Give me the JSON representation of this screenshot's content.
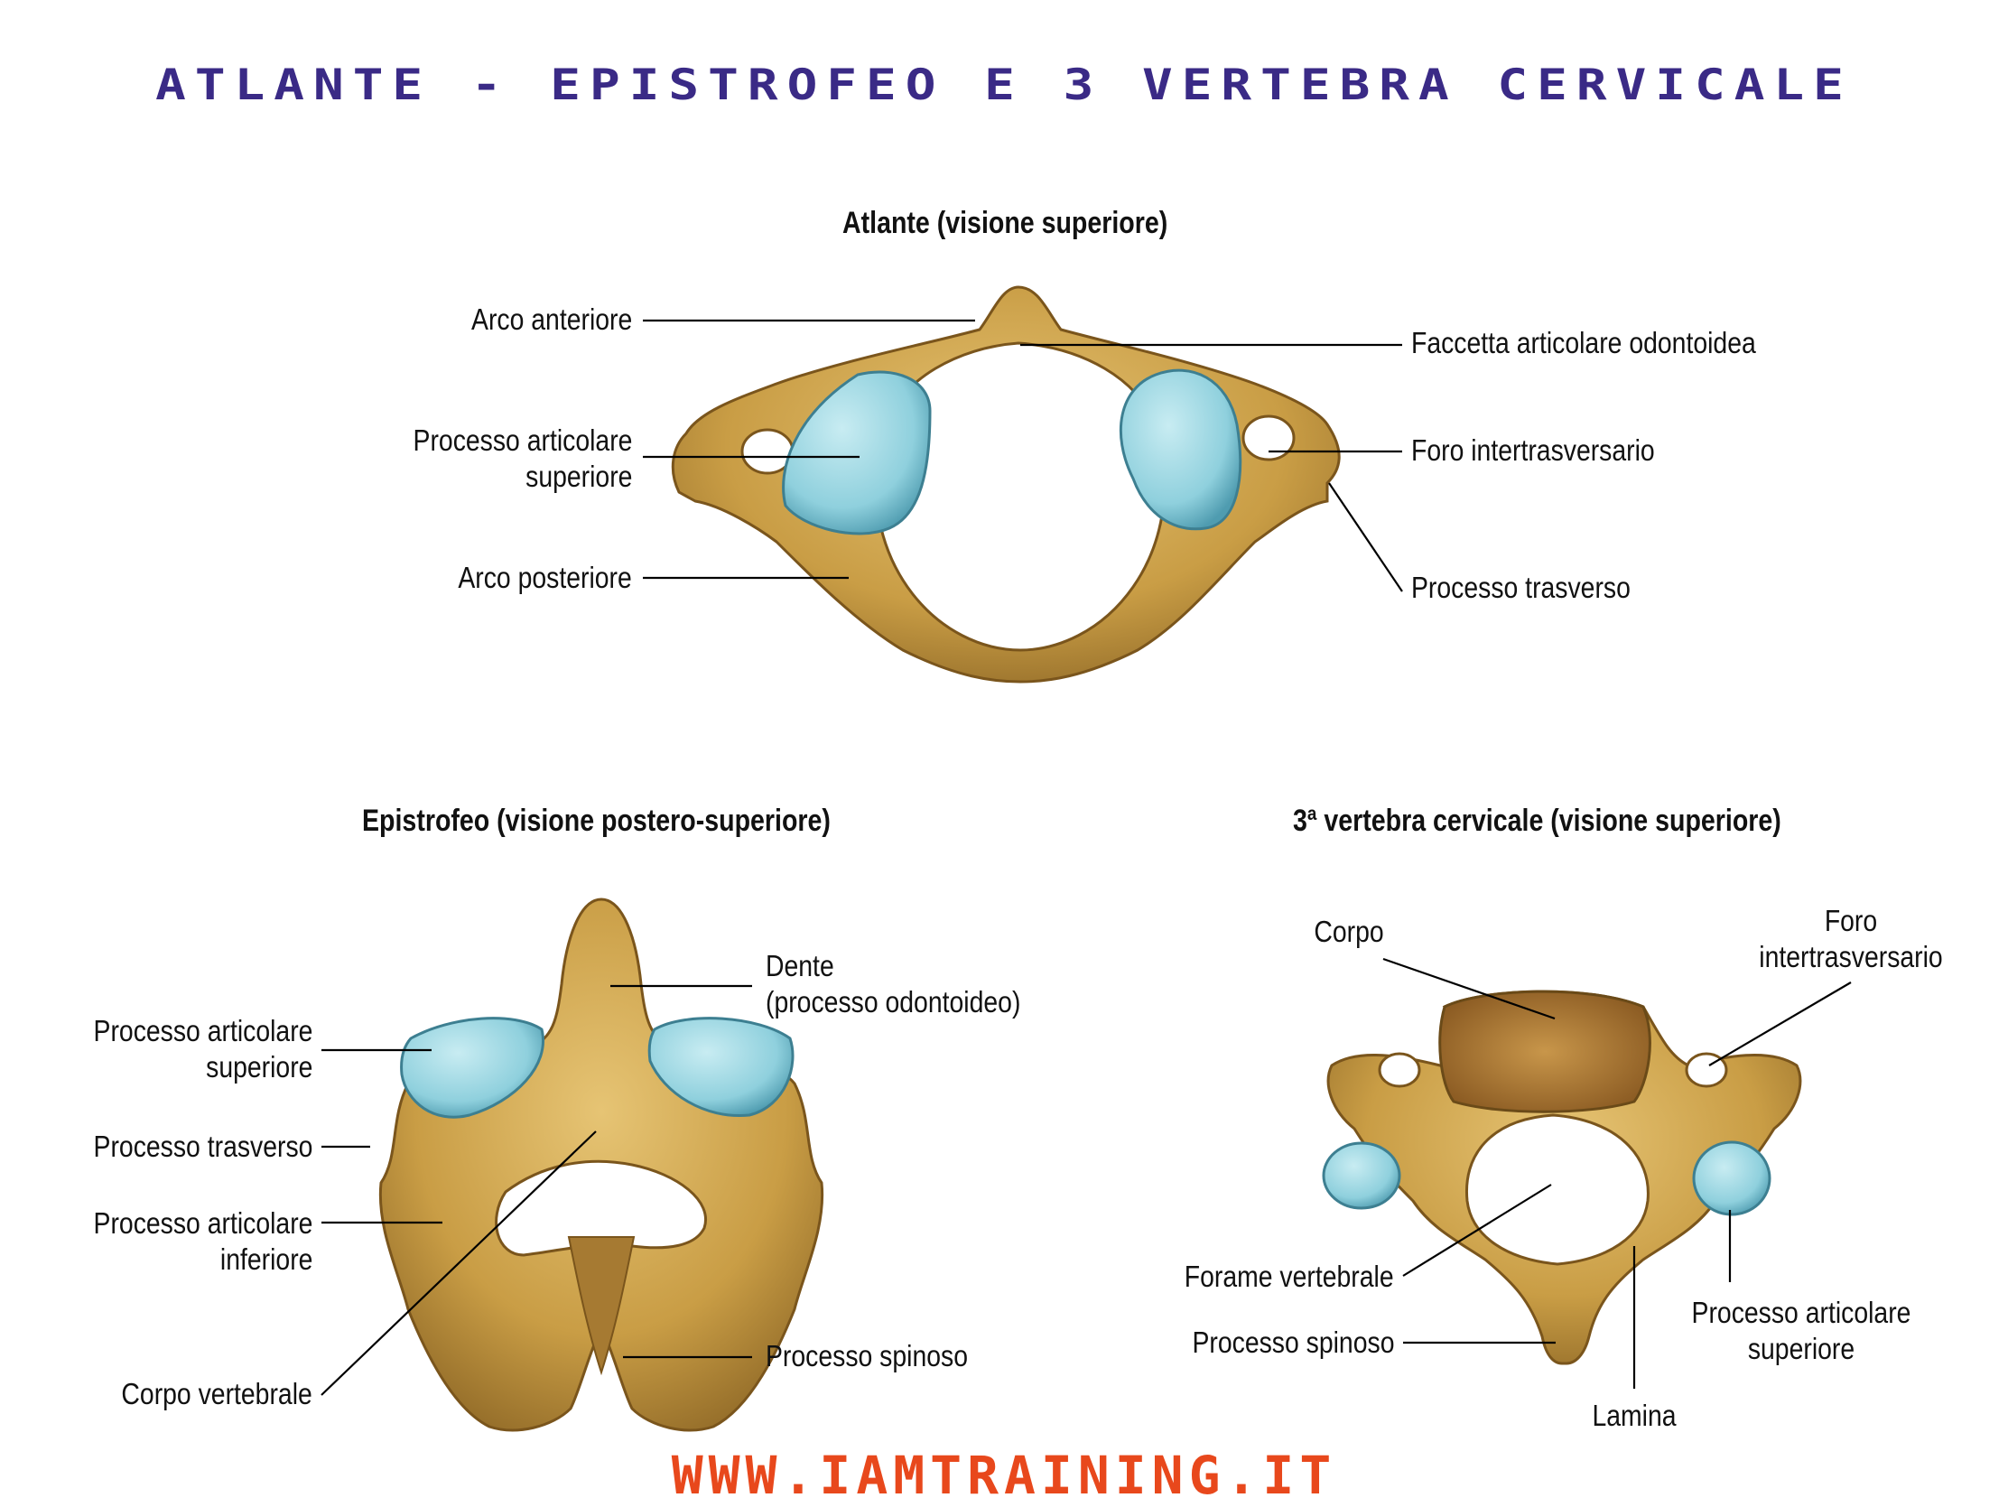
{
  "title": "ATLANTE - EPISTROFEO E 3 VERTEBRA CERVICALE",
  "footer": "WWW.IAMTRAINING.IT",
  "colors": {
    "title": "#3a2a86",
    "footer": "#e8481c",
    "bone": "#c9a24a",
    "cartilage": "#8fd0dd"
  },
  "atlante": {
    "heading": "Atlante (visione superiore)",
    "labels": {
      "arco_anteriore": "Arco anteriore",
      "processo_articolare_superiore_1": "Processo articolare",
      "processo_articolare_superiore_2": "superiore",
      "arco_posteriore": "Arco posteriore",
      "faccetta": "Faccetta articolare odontoidea",
      "foro": "Foro intertrasversario",
      "processo_trasverso": "Processo trasverso"
    }
  },
  "epistrofeo": {
    "heading": "Epistrofeo (visione postero-superiore)",
    "labels": {
      "pas_1": "Processo articolare",
      "pas_2": "superiore",
      "processo_trasverso": "Processo trasverso",
      "pai_1": "Processo articolare",
      "pai_2": "inferiore",
      "corpo_vertebrale": "Corpo vertebrale",
      "dente_1": "Dente",
      "dente_2": "(processo odontoideo)",
      "processo_spinoso": "Processo spinoso"
    }
  },
  "terza": {
    "heading": "3ª vertebra cervicale (visione superiore)",
    "labels": {
      "corpo": "Corpo",
      "foro_1": "Foro",
      "foro_2": "intertrasversario",
      "forame": "Forame vertebrale",
      "processo_spinoso": "Processo spinoso",
      "pas_1": "Processo articolare",
      "pas_2": "superiore",
      "lamina": "Lamina"
    }
  }
}
